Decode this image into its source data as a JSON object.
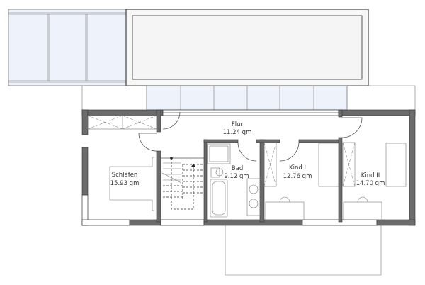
{
  "rooms": [
    {
      "name": "Flur",
      "area": "11.24 qm"
    },
    {
      "name": "Schlafen",
      "area": "15.93 qm"
    },
    {
      "name": "Bad",
      "area": "9.12 qm"
    },
    {
      "name": "Kind I",
      "area": "12.76 qm"
    },
    {
      "name": "Kind II",
      "area": "14.70 qm"
    }
  ],
  "colors": {
    "wall": "#6b6b6b",
    "glass": "#eef2fa",
    "roof": "#f5f5f5"
  }
}
